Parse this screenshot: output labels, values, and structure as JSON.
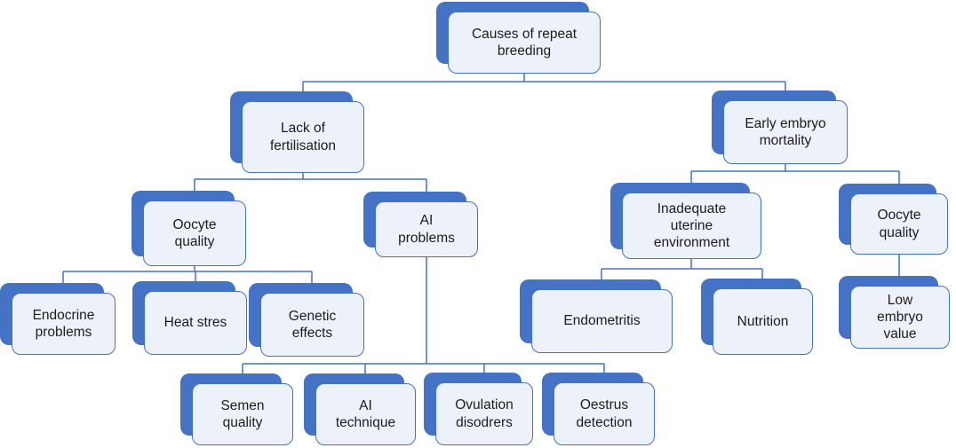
{
  "diagram": {
    "title": "Causes of repeat breeding",
    "type": "hierarchy",
    "colors": {
      "accent": "#4472C4",
      "node_fill": "#EDF1F9",
      "connector": "#4472C4",
      "text": "#1C1C1C",
      "background": "#FFFFFF"
    },
    "nodes": {
      "root": {
        "label": "Causes of repeat\nbreeding",
        "parent": null
      },
      "lack_of_fertilisation": {
        "label": "Lack of\nfertilisation",
        "parent": "root"
      },
      "early_embryo_mortality": {
        "label": "Early embryo\nmortality",
        "parent": "root"
      },
      "oocyte_quality_left": {
        "label": "Oocyte\nquality",
        "parent": "lack_of_fertilisation"
      },
      "ai_problems": {
        "label": "AI\nproblems",
        "parent": "lack_of_fertilisation"
      },
      "inadequate_uterine_environment": {
        "label": "Inadequate\nuterine\nenvironment",
        "parent": "early_embryo_mortality"
      },
      "oocyte_quality_right": {
        "label": "Oocyte\nquality",
        "parent": "early_embryo_mortality"
      },
      "endocrine_problems": {
        "label": "Endocrine\nproblems",
        "parent": "oocyte_quality_left"
      },
      "heat_stres": {
        "label": "Heat stres",
        "parent": "oocyte_quality_left"
      },
      "genetic_effects": {
        "label": "Genetic\neffects",
        "parent": "oocyte_quality_left"
      },
      "semen_quality": {
        "label": "Semen\nquality",
        "parent": "ai_problems"
      },
      "ai_technique": {
        "label": "AI\ntechnique",
        "parent": "ai_problems"
      },
      "ovulation_disodrers": {
        "label": "Ovulation\ndisodrers",
        "parent": "ai_problems"
      },
      "oestrus_detection": {
        "label": "Oestrus\ndetection",
        "parent": "ai_problems"
      },
      "endometritis": {
        "label": "Endometritis",
        "parent": "inadequate_uterine_environment"
      },
      "nutrition": {
        "label": "Nutrition",
        "parent": "inadequate_uterine_environment"
      },
      "low_embryo_value": {
        "label": "Low\nembryo\nvalue",
        "parent": "oocyte_quality_right"
      }
    }
  }
}
